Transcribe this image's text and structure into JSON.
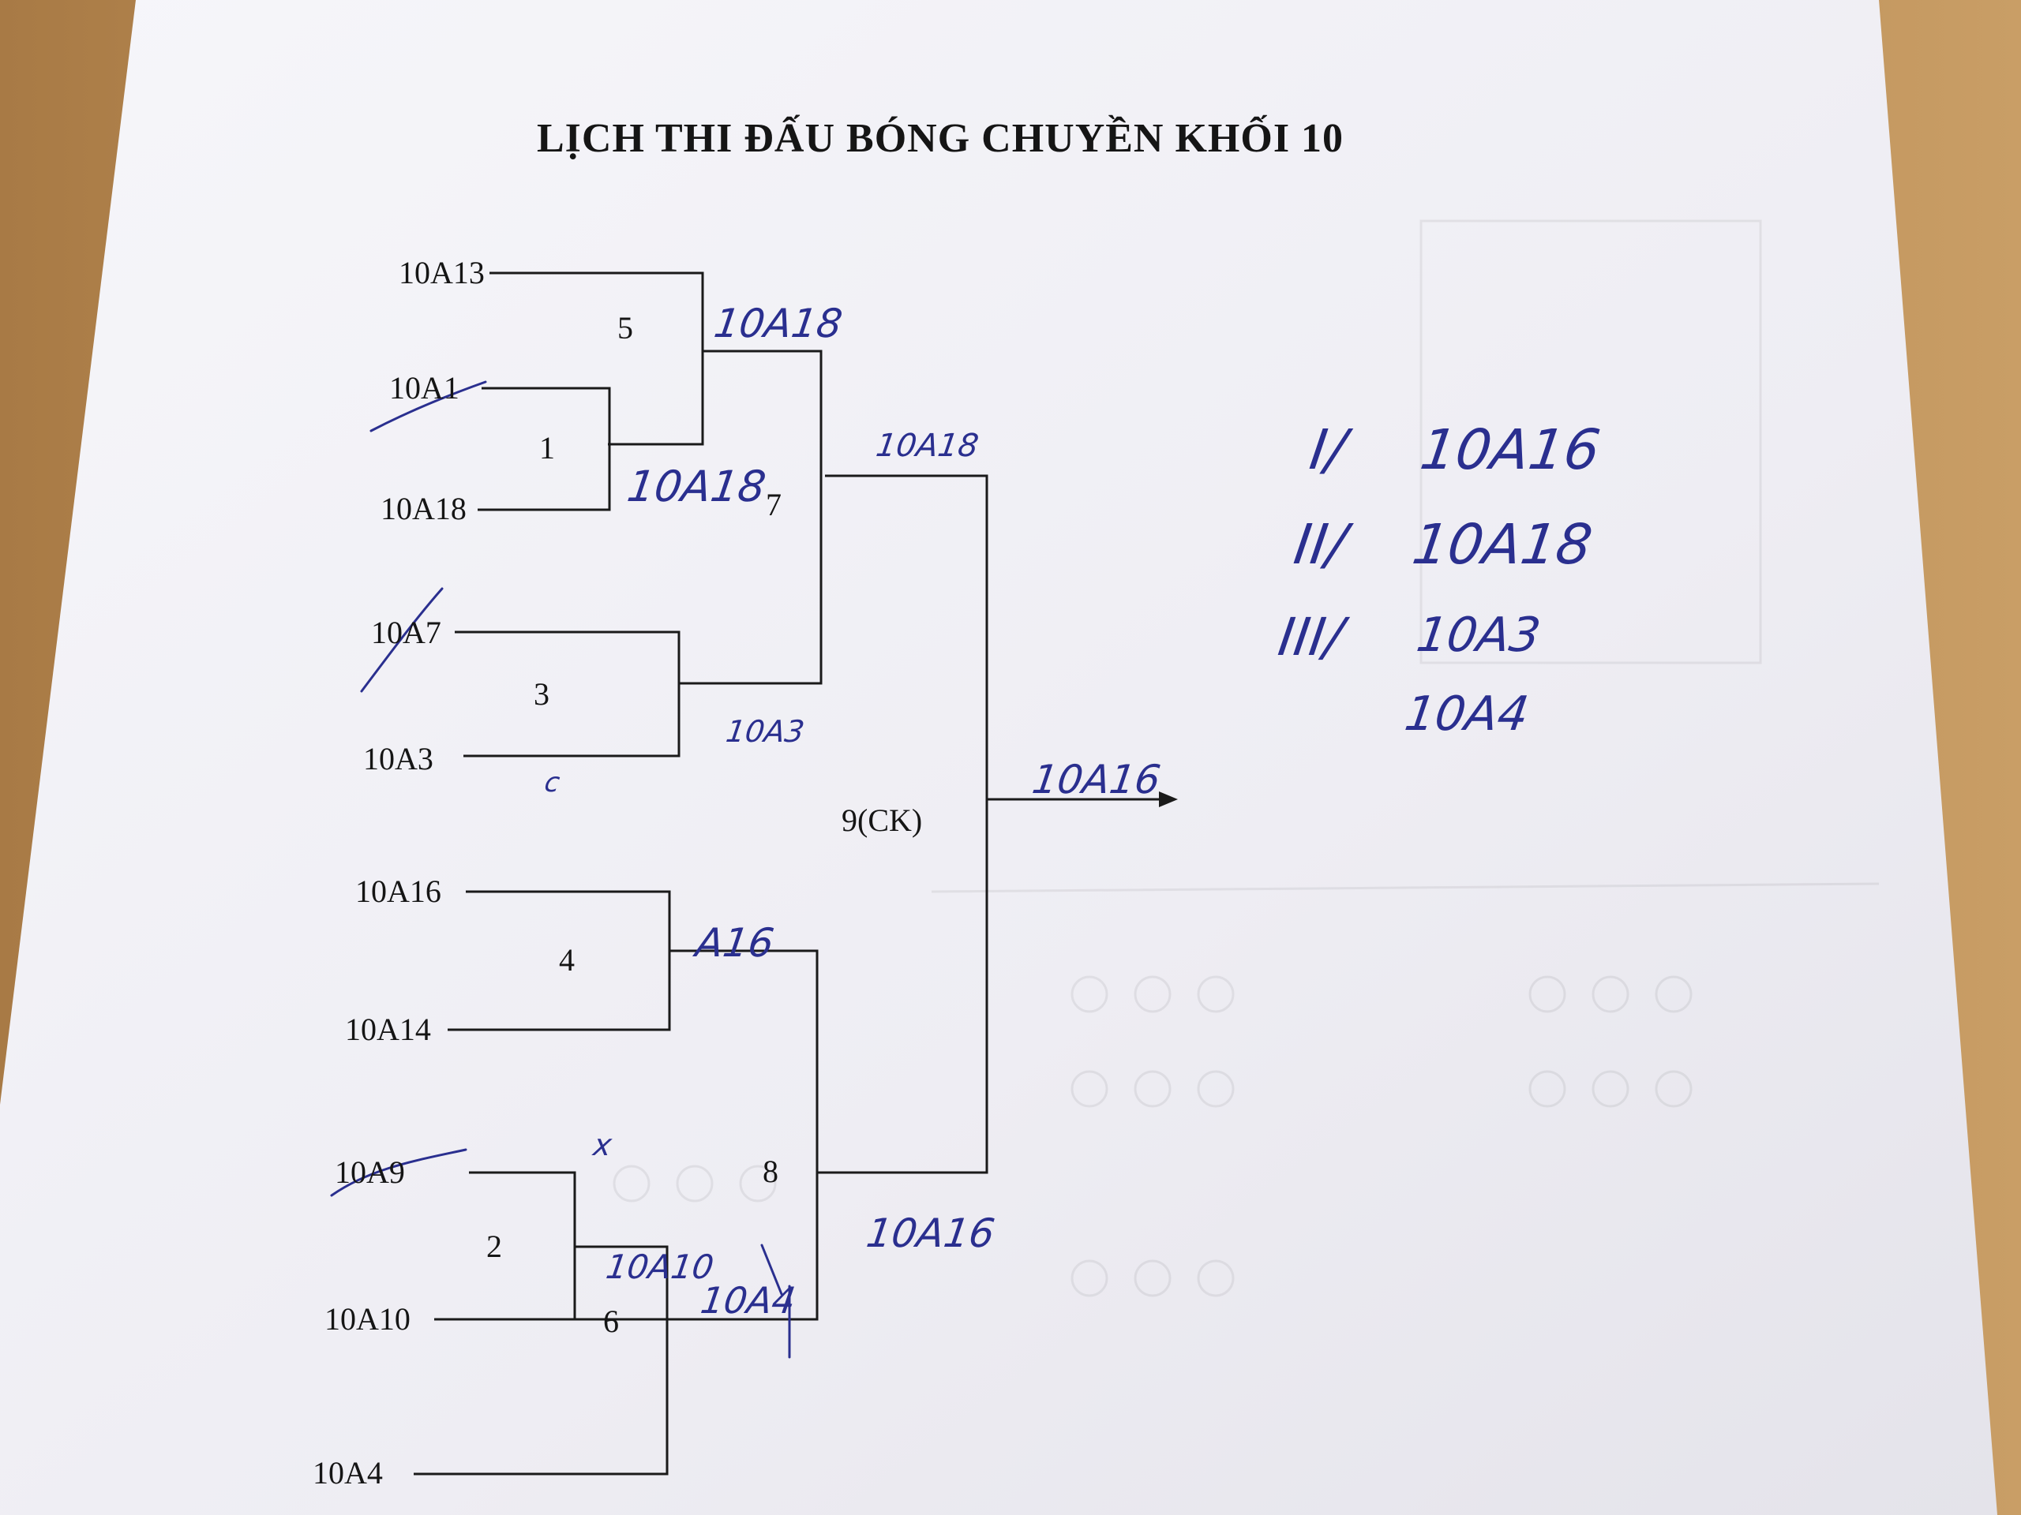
{
  "title": "LỊCH THI ĐẤU BÓNG CHUYỀN KHỐI 10",
  "teams": {
    "t13": "10A13",
    "t1": "10A1",
    "t18": "10A18",
    "t7": "10A7",
    "t3": "10A3",
    "t16": "10A16",
    "t14": "10A14",
    "t9": "10A9",
    "t10": "10A10",
    "t4": "10A4"
  },
  "matches": {
    "m1": "1",
    "m2": "2",
    "m3": "3",
    "m4": "4",
    "m5": "5",
    "m6": "6",
    "m7": "7",
    "m8": "8",
    "final": "9(CK)"
  },
  "handwritten": {
    "w5": "10A18",
    "w1": "10A18",
    "w7": "10A18",
    "w3": "10A3",
    "w4": "A16",
    "w2": "10A10",
    "w6": "10A4",
    "w8": "10A16",
    "champion": "10A16",
    "mark_x": "x",
    "mark_c": "c"
  },
  "results": [
    {
      "rank": "I/",
      "team": "10A16"
    },
    {
      "rank": "II/",
      "team": "10A18"
    },
    {
      "rank": "III/",
      "team": "10A3"
    },
    {
      "rank": "",
      "team": "10A4"
    }
  ],
  "colors": {
    "paper": "#f2f1f6",
    "ink_print": "#151515",
    "ink_pen": "#2a2f8f",
    "table": "#b98a52"
  }
}
